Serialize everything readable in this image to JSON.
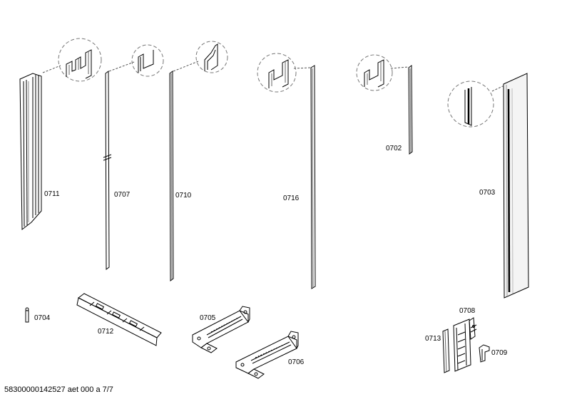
{
  "document_id": "58300000142527 aet 000 a 7/7",
  "parts": {
    "p0711": "0711",
    "p0707": "0707",
    "p0710": "0710",
    "p0716": "0716",
    "p0702": "0702",
    "p0703": "0703",
    "p0704": "0704",
    "p0712": "0712",
    "p0705": "0705",
    "p0706": "0706",
    "p0708": "0708",
    "p0713": "0713",
    "p0709": "0709"
  }
}
